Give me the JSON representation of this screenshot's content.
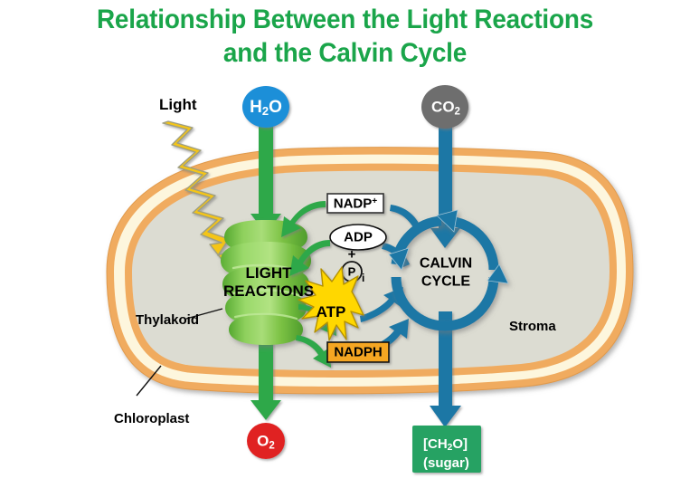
{
  "title": {
    "line1": "Relationship Between the Light Reactions",
    "line2": "and the Calvin Cycle",
    "color": "#1aa54a"
  },
  "diagram": {
    "type": "photosynthesis-overview",
    "nodes": {
      "light": {
        "label": "Light",
        "icon": "lightning-bolt-icon",
        "color": "#f5c518"
      },
      "water": {
        "formula": "H",
        "sub": "2",
        "formula_tail": "O",
        "label": "H2O",
        "shape": "circle",
        "fill": "#1a8fd8",
        "text_color": "#ffffff"
      },
      "carbon_dioxide": {
        "label": "CO2",
        "formula": "CO",
        "sub": "2",
        "shape": "circle",
        "fill": "#6e6e6e",
        "text_color": "#ffffff"
      },
      "oxygen": {
        "label": "O2",
        "formula": "O",
        "sub": "2",
        "shape": "circle",
        "fill": "#e02020",
        "text_color": "#ffffff"
      },
      "sugar": {
        "line1_pre": "[CH",
        "line1_sub": "2",
        "line1_post": "O]",
        "line2": "(sugar)",
        "shape": "rect",
        "fill": "#28a264",
        "text_color": "#ffffff"
      },
      "light_reactions": {
        "line1": "LIGHT",
        "line2": "REACTIONS",
        "fill": "#7ac943"
      },
      "calvin_cycle": {
        "line1": "CALVIN",
        "line2": "CYCLE",
        "ring_color": "#1b77a5"
      }
    },
    "labels": {
      "thylakoid": "Thylakoid",
      "chloroplast": "Chloroplast",
      "stroma": "Stroma"
    },
    "molecules": {
      "nadp_plus": {
        "text": "NADP",
        "sup": "+",
        "style": "white-box"
      },
      "adp": {
        "text": "ADP",
        "style": "white-ellipse"
      },
      "plus": {
        "text": "+"
      },
      "phosphate": {
        "circle_text": "P",
        "sub": "i",
        "style": "circled-letter"
      },
      "atp": {
        "text": "ATP",
        "style": "yellow-starburst",
        "fill": "#ffd700"
      },
      "nadph": {
        "text": "NADPH",
        "style": "orange-box",
        "fill": "#f5a623"
      }
    },
    "colors": {
      "green_arrow": "#2ea84a",
      "blue_arrow": "#1b77a5",
      "water_blue": "#1a8fd8",
      "co2_gray": "#6e6e6e",
      "o2_red": "#e02020",
      "sugar_green": "#28a264",
      "membrane_outer": "#f0ab5f",
      "membrane_inner": "#fdf6dd",
      "stroma_fill": "#dcdcd2",
      "thylakoid_green": "#6cbf3f",
      "lightning_yellow": "#f5c518",
      "nadph_orange": "#f5a623",
      "atp_yellow": "#ffd700"
    }
  }
}
